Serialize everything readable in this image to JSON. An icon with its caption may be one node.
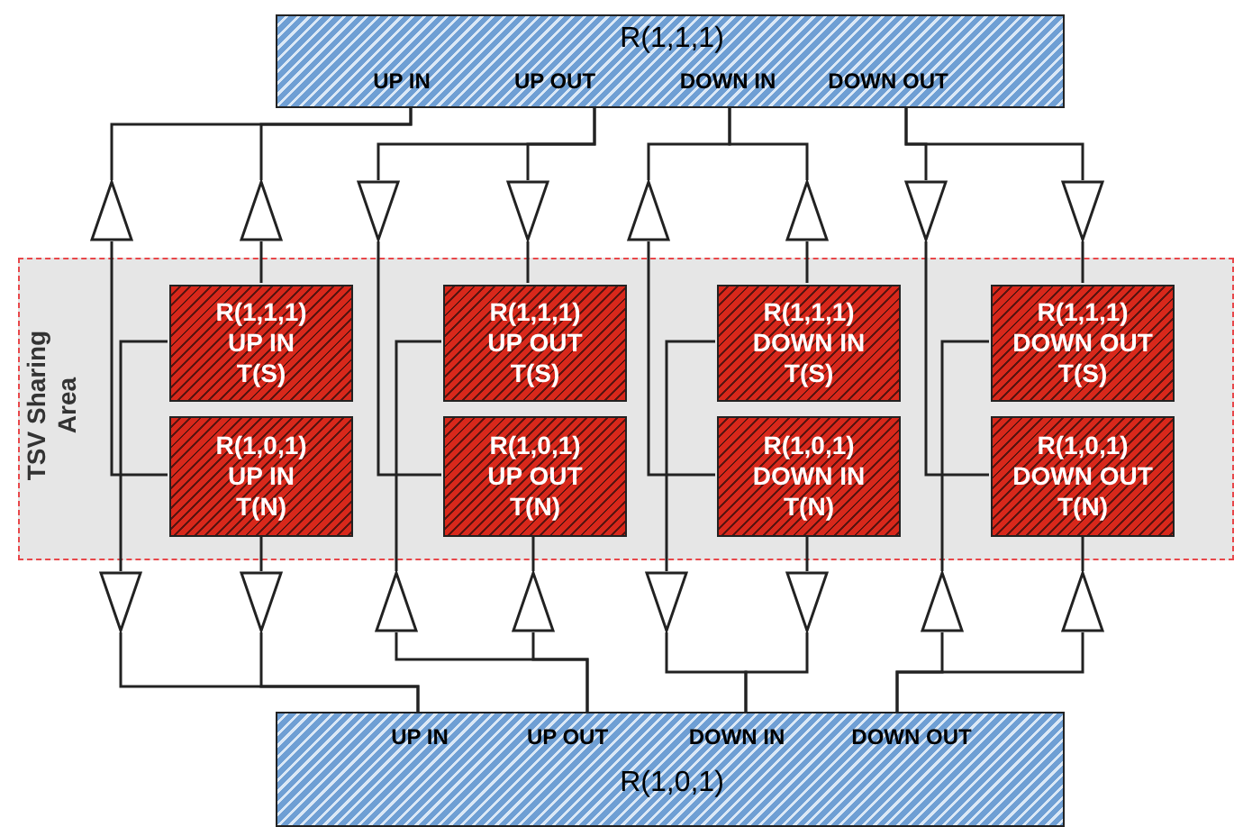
{
  "diagram": {
    "nodes": [
      {
        "text": [
          "R(1,1,1)",
          "UP IN",
          "UP OUT",
          "DOWN IN",
          "DOWN OUT"
        ]
      },
      {
        "text": [],
        "shape": "triangle"
      },
      {
        "text": [],
        "shape": "triangle"
      },
      {
        "text": [],
        "shape": "triangle"
      },
      {
        "text": [],
        "shape": "triangle"
      },
      {
        "text": [],
        "shape": "triangle"
      },
      {
        "text": [],
        "shape": "triangle"
      },
      {
        "text": [],
        "shape": "triangle"
      },
      {
        "text": [],
        "shape": "triangle"
      },
      {
        "text": [
          "TSV Sharing Area"
        ]
      },
      {
        "text": [
          "R(1,1,1)",
          "UP IN",
          "T(S)"
        ],
        "in": 9
      },
      {
        "text": [
          "R(1,1,1)",
          "UP OUT",
          "T(S)"
        ],
        "in": 9
      },
      {
        "text": [
          "R(1,1,1)",
          "DOWN IN",
          "T(S)"
        ],
        "in": 9
      },
      {
        "text": [
          "R(1,1,1)",
          "DOWN OUT",
          "T(S)"
        ],
        "in": 9
      },
      {
        "text": [
          "R(1,0,1)",
          "UP IN",
          "T(N)"
        ],
        "in": 9
      },
      {
        "text": [
          "R(1,0,1)",
          "UP OUT",
          "T(N)"
        ],
        "in": 9
      },
      {
        "text": [
          "R(1,0,1)",
          "DOWN IN",
          "T(N)"
        ],
        "in": 9
      },
      {
        "text": [
          "R(1,0,1)",
          "DOWN OUT",
          "T(N)"
        ],
        "in": 9
      },
      {
        "text": [],
        "shape": "triangle"
      },
      {
        "text": [],
        "shape": "triangle"
      },
      {
        "text": [],
        "shape": "triangle"
      },
      {
        "text": [],
        "shape": "triangle"
      },
      {
        "text": [],
        "shape": "triangle"
      },
      {
        "text": [],
        "shape": "triangle"
      },
      {
        "text": [],
        "shape": "triangle"
      },
      {
        "text": [],
        "shape": "triangle"
      },
      {
        "text": [
          "UP IN",
          "UP OUT",
          "DOWN IN",
          "DOWN OUT",
          "R(1,0,1)"
        ]
      }
    ],
    "edges": [
      {
        "from": 14,
        "to": 1,
        "arrow": "none"
      },
      {
        "from": 1,
        "to": 0,
        "arrow": "none"
      },
      {
        "from": 10,
        "to": 2,
        "arrow": "none"
      },
      {
        "from": 2,
        "to": 0,
        "arrow": "none"
      },
      {
        "from": 10,
        "to": 18,
        "arrow": "none"
      },
      {
        "from": 18,
        "to": 26,
        "arrow": "none"
      },
      {
        "from": 14,
        "to": 19,
        "arrow": "none"
      },
      {
        "from": 19,
        "to": 26,
        "arrow": "none"
      },
      {
        "from": 0,
        "to": 3,
        "arrow": "none"
      },
      {
        "from": 3,
        "to": 15,
        "arrow": "none"
      },
      {
        "from": 0,
        "to": 4,
        "arrow": "none"
      },
      {
        "from": 4,
        "to": 11,
        "arrow": "none"
      },
      {
        "from": 26,
        "to": 20,
        "arrow": "none"
      },
      {
        "from": 20,
        "to": 11,
        "arrow": "none"
      },
      {
        "from": 26,
        "to": 21,
        "arrow": "none"
      },
      {
        "from": 21,
        "to": 15,
        "arrow": "none"
      },
      {
        "from": 16,
        "to": 5,
        "arrow": "none"
      },
      {
        "from": 5,
        "to": 0,
        "arrow": "none"
      },
      {
        "from": 12,
        "to": 6,
        "arrow": "none"
      },
      {
        "from": 6,
        "to": 0,
        "arrow": "none"
      },
      {
        "from": 12,
        "to": 22,
        "arrow": "none"
      },
      {
        "from": 22,
        "to": 26,
        "arrow": "none"
      },
      {
        "from": 16,
        "to": 23,
        "arrow": "none"
      },
      {
        "from": 23,
        "to": 26,
        "arrow": "none"
      },
      {
        "from": 0,
        "to": 7,
        "arrow": "none"
      },
      {
        "from": 7,
        "to": 17,
        "arrow": "none"
      },
      {
        "from": 0,
        "to": 8,
        "arrow": "none"
      },
      {
        "from": 8,
        "to": 13,
        "arrow": "none"
      },
      {
        "from": 26,
        "to": 24,
        "arrow": "none"
      },
      {
        "from": 24,
        "to": 13,
        "arrow": "none"
      },
      {
        "from": 26,
        "to": 25,
        "arrow": "none"
      },
      {
        "from": 25,
        "to": 17,
        "arrow": "none"
      }
    ]
  }
}
